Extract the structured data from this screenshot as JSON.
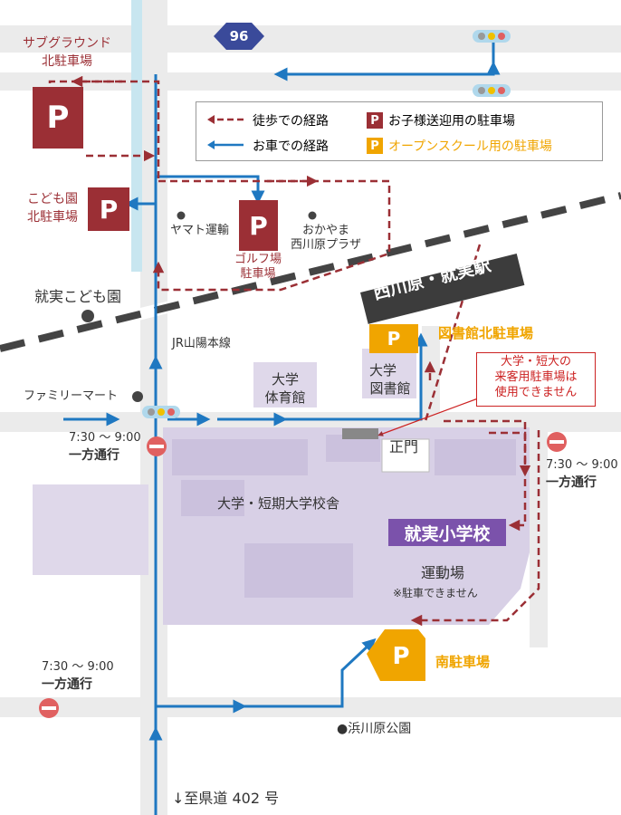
{
  "route_number": "96",
  "legend": {
    "walk_route": "徒歩での経路",
    "car_route": "お車での経路",
    "parent_parking": "お子様送迎用の駐車場",
    "open_school_parking": "オープンスクール用の駐車場",
    "p_symbol": "P"
  },
  "parking": {
    "sub_ground_north": [
      "サブグラウンド",
      "北駐車場"
    ],
    "kodomo_north": [
      "こども園",
      "北駐車場"
    ],
    "golf": [
      "ゴルフ場",
      "駐車場"
    ],
    "library_north": "図書館北駐車場",
    "south": "南駐車場",
    "p_symbol": "P"
  },
  "places": {
    "yamato": "ヤマト運輸",
    "okayama": [
      "おかやま",
      "西川原プラザ"
    ],
    "kodomo_en": "就実こども園",
    "station": "西川原・就実駅",
    "jr_line": "JR山陽本線",
    "family_mart": "ファミリーマート",
    "gym": [
      "大学",
      "体育館"
    ],
    "library": [
      "大学",
      "図書館"
    ],
    "main_gate": "正門",
    "campus": "大学・短期大学校舎",
    "school": "就実小学校",
    "ground": "運動場",
    "ground_note": "※駐車できません",
    "park": "●浜川原公園",
    "prefectural_road": "↓至県道 402 号"
  },
  "one_way": {
    "time": "7:30 ～ 9:00",
    "label": "一方通行"
  },
  "notice": [
    "大学・短大の",
    "来客用駐車場は",
    "使用できません"
  ],
  "colors": {
    "walk": "#9b2f35",
    "car": "#1f78c1",
    "parent_p": "#9b2f35",
    "open_p": "#f0a500",
    "campus": "#d8d0e6",
    "school": "#7b52ab",
    "road": "#e8e8e8",
    "river": "#c8e6f0"
  }
}
